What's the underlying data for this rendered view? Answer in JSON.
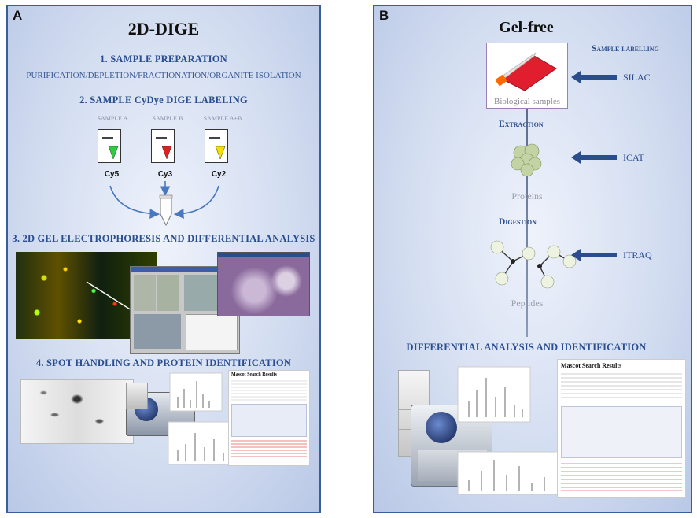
{
  "panel_a": {
    "label": "A",
    "title": "2D-DIGE",
    "step1": "1. SAMPLE PREPARATION",
    "step1_sub": "PURIFICATION/DEPLETION/FRACTIONATION/ORGANITE ISOLATION",
    "step2": "2. SAMPLE CyDye DIGE LABELING",
    "samples": [
      "SAMPLE A",
      "SAMPLE B",
      "SAMPLE A+B"
    ],
    "dyes": [
      "Cy5",
      "Cy3",
      "Cy2"
    ],
    "dye_colors": [
      "#2ecc40",
      "#e02020",
      "#f5e000"
    ],
    "step3": "3. 2D GEL ELECTROPHORESIS AND DIFFERENTIAL ANALYSIS",
    "step4": "4. SPOT HANDLING AND PROTEIN IDENTIFICATION",
    "mascot_title": "Mascot Search Results"
  },
  "panel_b": {
    "label": "B",
    "title": "Gel-free",
    "sample_labelling": "Sample labelling",
    "biological_samples": "Biological samples",
    "extraction": "Extraction",
    "proteins": "Proteins",
    "digestion": "Digestion",
    "peptides": "Peptides",
    "techniques": [
      "SILAC",
      "ICAT",
      "ITRAQ"
    ],
    "differential": "DIFFERENTIAL ANALYSIS AND IDENTIFICATION",
    "mascot_title": "Mascot Search Results"
  },
  "colors": {
    "accent": "#2a4d8e",
    "border": "#3b5d99"
  }
}
